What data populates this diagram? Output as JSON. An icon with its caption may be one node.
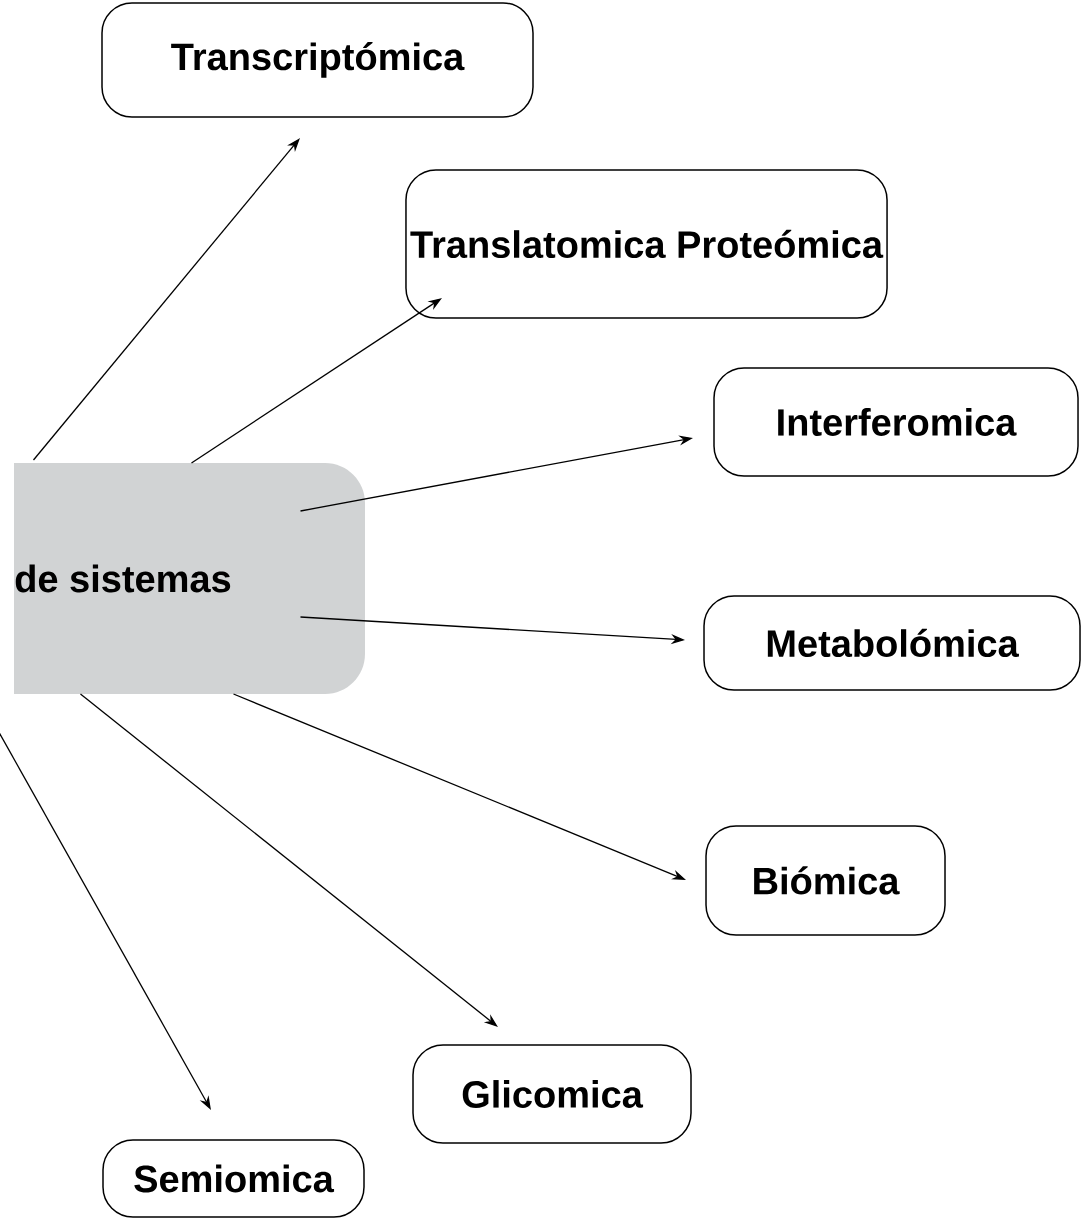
{
  "diagram": {
    "nodes": [
      {
        "text": [
          "de sistemas"
        ]
      },
      {
        "text": [
          "Transcriptómica"
        ]
      },
      {
        "text": [
          "Translatomica Proteómica"
        ]
      },
      {
        "text": [
          "Interferomica"
        ]
      },
      {
        "text": [
          "Metabolómica"
        ]
      },
      {
        "text": [
          "Biómica"
        ]
      },
      {
        "text": [
          "Glicomica"
        ]
      },
      {
        "text": [
          "Semiomica"
        ]
      }
    ],
    "edges": [
      {
        "from": 0,
        "to": 1,
        "arrow": "to"
      },
      {
        "from": 0,
        "to": 2,
        "arrow": "to"
      },
      {
        "from": 0,
        "to": 3,
        "arrow": "to"
      },
      {
        "from": 0,
        "to": 4,
        "arrow": "to"
      },
      {
        "from": 0,
        "to": 5,
        "arrow": "to"
      },
      {
        "from": 0,
        "to": 6,
        "arrow": "to"
      },
      {
        "from": 0,
        "to": 7,
        "arrow": "to"
      }
    ]
  }
}
